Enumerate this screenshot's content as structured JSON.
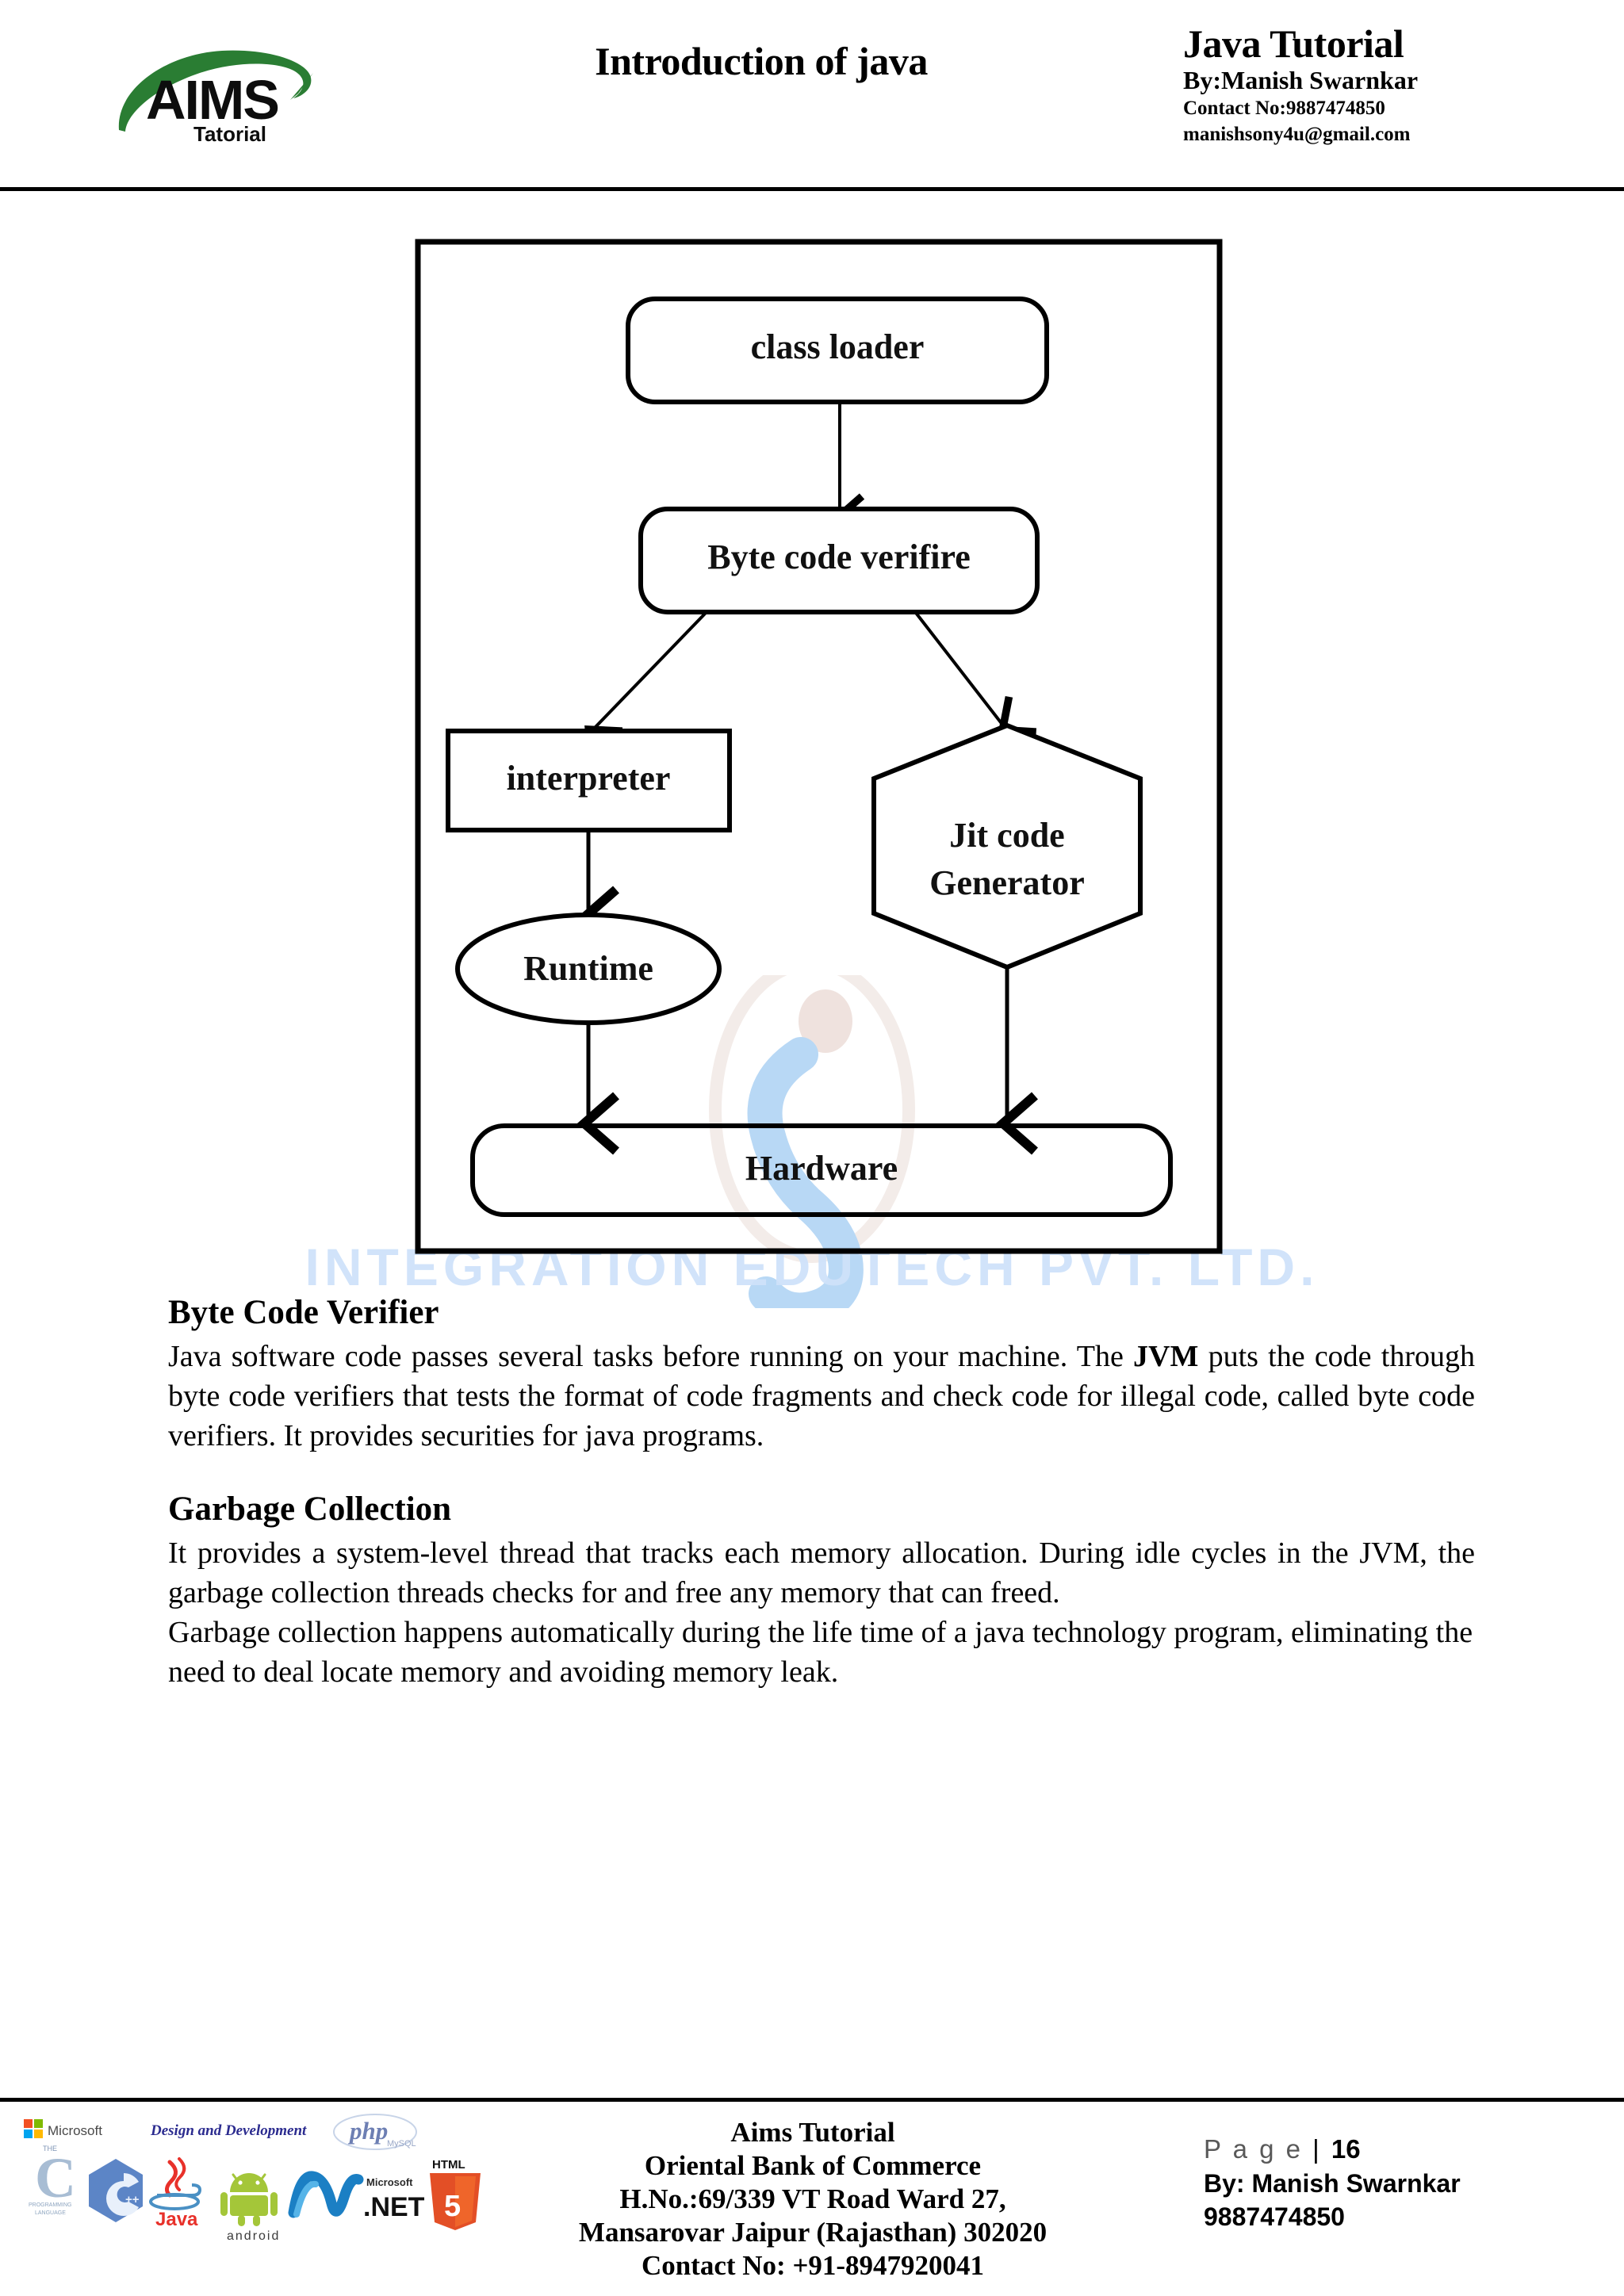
{
  "header": {
    "logo_name": "AIMS Tutorial",
    "logo_main": "AIMS",
    "logo_sub": "Tatorial",
    "title": "Introduction of java",
    "right": {
      "title": "Java Tutorial",
      "author": "By:Manish Swarnkar",
      "contact": "Contact No:9887474850",
      "email": "manishsony4u@gmail.com"
    }
  },
  "watermark": {
    "text": "INTEGRATION EDUTECH PVT. LTD."
  },
  "diagram": {
    "title": "jvm-architecture-flowchart",
    "nodes": {
      "class_loader": "class loader",
      "byte_code_verifier": "Byte code verifire",
      "interpreter": "interpreter",
      "jit_line1": "Jit code",
      "jit_line2": "Generator",
      "runtime": "Runtime",
      "hardware": "Hardware"
    }
  },
  "content": {
    "sections": [
      {
        "heading": "Byte Code Verifier",
        "para_pre": "Java software code passes several tasks before running on your machine. The ",
        "para_bold": "JVM",
        "para_post": " puts the code through byte code verifiers that tests the format of code fragments and check code for illegal code, called byte code verifiers. It provides securities for java programs."
      },
      {
        "heading": "Garbage Collection",
        "para_1": "It provides a system-level thread that tracks each memory allocation. During idle cycles in the JVM, the garbage collection threads checks for and free any memory that can freed.",
        "para_2": "Garbage collection happens automatically during the life time of a java technology program, eliminating the need to deal locate memory and avoiding memory leak."
      }
    ]
  },
  "footer": {
    "center": {
      "line1": "Aims Tutorial",
      "line2": "Oriental Bank of Commerce",
      "line3": "H.No.:69/339 VT Road Ward 27,",
      "line4": "Mansarovar Jaipur (Rajasthan) 302020",
      "line5": "Contact No: +91-8947920041"
    },
    "right": {
      "page_label": "P a g e ",
      "page_sep": "|",
      "page_number": "16",
      "author": "By: Manish Swarnkar",
      "phone": "9887474850"
    },
    "logos": {
      "microsoft": "Microsoft",
      "tagline": "Design and Development",
      "php": "php",
      "php_sub": "MySQL",
      "c_top": "THE",
      "c_letter": "C",
      "c_sub": "PROGRAMMING LANGUAGE",
      "cpp": "C++",
      "java": "Java",
      "android": "android",
      "dotnet_top": "Microsoft",
      "dotnet": ".NET",
      "html_top": "HTML",
      "html_num": "5"
    }
  },
  "colors": {
    "logo_green": "#2a7d33",
    "watermark_blue": "#cfe2fa",
    "rule": "#000000",
    "page_label_gray": "#595959"
  }
}
